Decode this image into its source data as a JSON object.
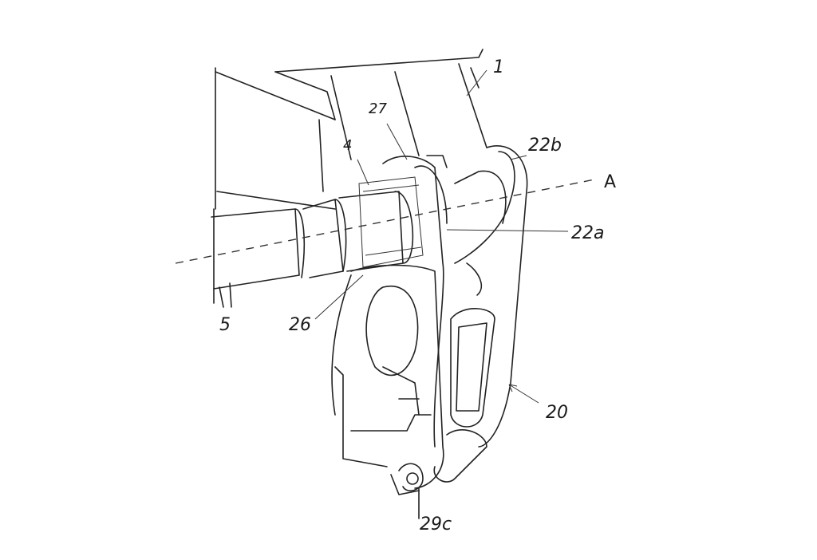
{
  "labels": {
    "frame": "1",
    "part_27": "27",
    "part_4": "4",
    "flange_22b": "22b",
    "axis": "A",
    "flange_22a": "22a",
    "shaft": "5",
    "part_26": "26",
    "bracket": "20",
    "part_29c": "29c"
  }
}
